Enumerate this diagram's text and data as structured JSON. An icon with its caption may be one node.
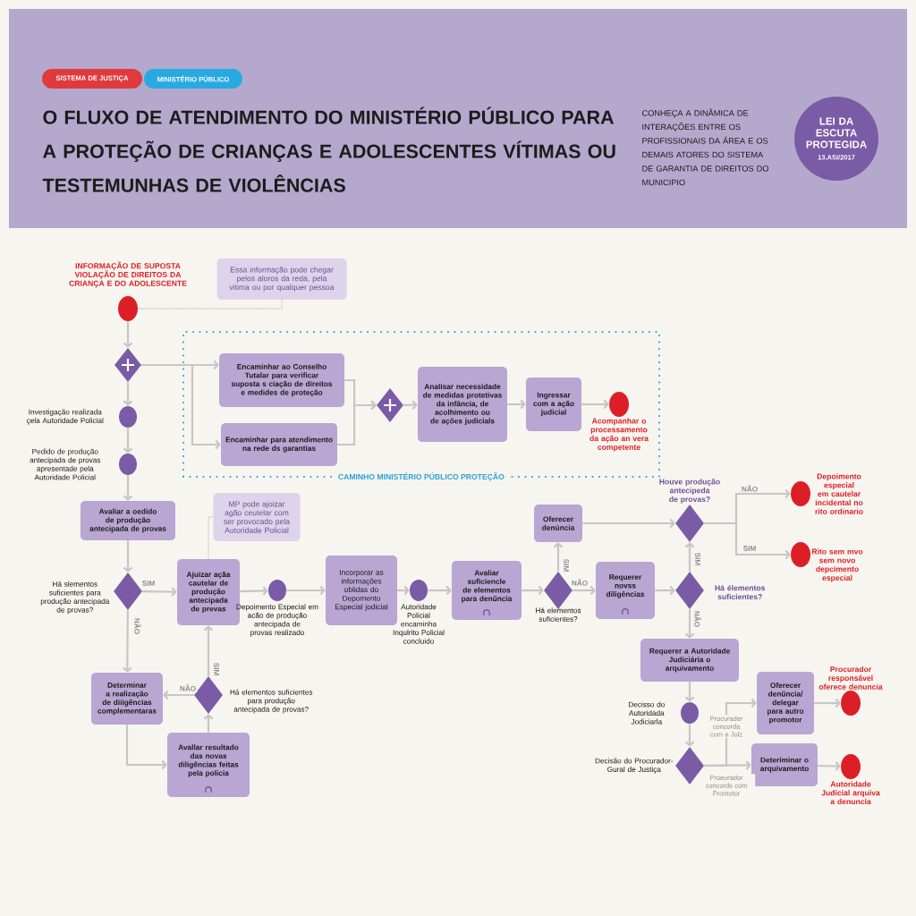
{
  "diagram": {
    "title": "O FLUXO DE ATENDIMENTO DO MINISTÉRIO PÚBLICO PARA A PROTEÇÃO DE CRIANÇAS E ADOLESCENTES VÍTIMAS OU TESTEMUNHAS DE VIOLÊNCIAS",
    "nodes": [
      {
        "text": [
          "SISTEMA DE JUSTIÇA"
        ]
      },
      {
        "text": [
          "MINISTÉRIO PÚBLICO"
        ]
      },
      {
        "text": [
          "LEI DA ESCUTA PROTEGIDA",
          "13.ASI/2017"
        ]
      },
      {
        "text": [],
        "shape": "circle",
        "beside": [
          "INFORMAÇÃO DE SUPOSTA VIOLAÇÃO DE DIREITOS DA CRIANÇA E DO ADOLESCENTE"
        ]
      },
      {
        "text": [
          "Essa informação pode chegar pelos aloros da reda, pela vitima ou por qualquer pessoa"
        ]
      },
      {
        "text": [],
        "shape": "diamond"
      },
      {
        "text": [
          "CAMINHO MINISTÉRIO PÚBLICO PROTEÇÃO"
        ]
      },
      {
        "text": [
          "Encaminhar ao Conselho Tutalar para verificar suposta s ciação de direitos e medides de proteção"
        ],
        "in": 6
      },
      {
        "text": [
          "Encaminhar para atendimento na rede ds garantias"
        ],
        "in": 6
      },
      {
        "text": [],
        "shape": "diamond",
        "in": 6
      },
      {
        "text": [
          "Analisar necessidade de medidas protetivas da infância, de acolhimento ou de ações judicials"
        ],
        "in": 6
      },
      {
        "text": [
          "Ingressar com a ação judicial"
        ],
        "in": 6
      },
      {
        "text": [],
        "shape": "circle",
        "in": 6,
        "beside": [
          "Acompanhar o processamento da ação an vera competente"
        ]
      },
      {
        "text": [],
        "shape": "circle",
        "beside": [
          "Investigação realizada çela Autoridade Policial"
        ]
      },
      {
        "text": [],
        "shape": "circle",
        "beside": [
          "Pedido de produção antecipada de provas apresentade pela Autoridade Policial"
        ]
      },
      {
        "text": [
          "Avaliar a oedido de produção antecipada de provas"
        ]
      },
      {
        "text": [],
        "shape": "diamond",
        "beside": [
          "Há slementos suficientes para produção antecipada de provas?"
        ]
      },
      {
        "text": [
          "MP pode ajoizar agão ceutelar com ser provocado pela Autoridade Policial"
        ]
      },
      {
        "text": [
          "Ajuizar açãa cautelar de produção antecipada de prevas"
        ]
      },
      {
        "text": [],
        "shape": "circle",
        "beside": [
          "Depoimento Especial em acão de produção antecipada de provas realizado"
        ]
      },
      {
        "text": [
          "Incorporar as informações oblidas do Depomento Especial jodicial"
        ]
      },
      {
        "text": [],
        "shape": "circle",
        "beside": [
          "Autoridade Policial encaminha Inqulrito Policial concluido"
        ]
      },
      {
        "text": [
          "Avaliar suficiencle de elementos para denũncia"
        ]
      },
      {
        "text": [],
        "shape": "diamond",
        "beside": [
          "Há elementos suficientes?"
        ]
      },
      {
        "text": [
          "Oferecer denúncia"
        ]
      },
      {
        "text": [
          "Requerer novss diligências"
        ]
      },
      {
        "text": [],
        "shape": "diamond",
        "beside": [
          "Há élementos suficientes?"
        ]
      },
      {
        "text": [],
        "shape": "diamond",
        "beside": [
          "Houve produção antecipeda de provas?"
        ]
      },
      {
        "text": [],
        "shape": "circle",
        "beside": [
          "Depoimento especial em cautelar incidental no rito ordinario"
        ]
      },
      {
        "text": [],
        "shape": "circle",
        "beside": [
          "Rito sem mvo sem novo depcimento especial"
        ]
      },
      {
        "text": [
          "Determinar a realização de diiigências complementaras"
        ]
      },
      {
        "text": [],
        "shape": "diamond",
        "beside": [
          "Há elementos suficientes para produção antecipada de provas?"
        ]
      },
      {
        "text": [
          "Avallar resultado das novas diligências feitas pela policia"
        ]
      },
      {
        "text": [
          "Requerer a Autoridade Judiciária o arquivamento"
        ]
      },
      {
        "text": [],
        "shape": "circle",
        "beside": [
          "Decisso do Autoridada Jodiciarla"
        ]
      },
      {
        "text": [],
        "shape": "diamond",
        "beside": [
          "Decisão do Procurador-Gural de Justiça"
        ]
      },
      {
        "text": [
          "Oferecer denũncia/ delegar para autro promotor"
        ]
      },
      {
        "text": [
          "Deteriminar o arquivamento"
        ]
      },
      {
        "text": [],
        "shape": "circle",
        "beside": [
          "Procurador responsável oferece denuncia"
        ]
      },
      {
        "text": [],
        "shape": "circle",
        "beside": [
          "Autoridade Judicial arquiva a denuncia"
        ]
      }
    ],
    "edges": [
      {
        "from": 3,
        "to": 5,
        "arrow": "to"
      },
      {
        "from": 4,
        "to": 3,
        "arrow": "none",
        "style": "dashed"
      },
      {
        "from": 5,
        "to": 7,
        "arrow": "to"
      },
      {
        "from": 5,
        "to": 8,
        "arrow": "to"
      },
      {
        "from": 7,
        "to": 9,
        "arrow": "to"
      },
      {
        "from": 8,
        "to": 9,
        "arrow": "to"
      },
      {
        "from": 9,
        "to": 10,
        "arrow": "to"
      },
      {
        "from": 10,
        "to": 11,
        "arrow": "to"
      },
      {
        "from": 11,
        "to": 12,
        "arrow": "to"
      },
      {
        "from": 5,
        "to": 13,
        "arrow": "to"
      },
      {
        "from": 13,
        "to": 14,
        "arrow": "to"
      },
      {
        "from": 14,
        "to": 15,
        "arrow": "to"
      },
      {
        "from": 15,
        "to": 16,
        "arrow": "to"
      },
      {
        "from": 16,
        "to": 18,
        "arrow": "to",
        "label": "SIM"
      },
      {
        "from": 16,
        "to": 30,
        "arrow": "to",
        "label": "NÃO"
      },
      {
        "from": 30,
        "to": 32,
        "arrow": "to"
      },
      {
        "from": 32,
        "to": 31,
        "arrow": "to"
      },
      {
        "from": 31,
        "to": 18,
        "arrow": "to",
        "label": "SIM"
      },
      {
        "from": 31,
        "to": 30,
        "arrow": "to",
        "label": "NÃO"
      },
      {
        "from": 18,
        "to": 19,
        "arrow": "to"
      },
      {
        "from": 19,
        "to": 20,
        "arrow": "to"
      },
      {
        "from": 20,
        "to": 21,
        "arrow": "to"
      },
      {
        "from": 21,
        "to": 22,
        "arrow": "to"
      },
      {
        "from": 22,
        "to": 23,
        "arrow": "to"
      },
      {
        "from": 23,
        "to": 24,
        "arrow": "to",
        "label": "SIM"
      },
      {
        "from": 23,
        "to": 25,
        "arrow": "to",
        "label": "NÃO"
      },
      {
        "from": 25,
        "to": 26,
        "arrow": "to"
      },
      {
        "from": 26,
        "to": 27,
        "arrow": "to",
        "label": "SIM"
      },
      {
        "from": 26,
        "to": 33,
        "arrow": "to",
        "label": "NÃO"
      },
      {
        "from": 24,
        "to": 27,
        "arrow": "to"
      },
      {
        "from": 27,
        "to": 28,
        "arrow": "to",
        "label": "NÃO"
      },
      {
        "from": 27,
        "to": 29,
        "arrow": "to",
        "label": "SIM"
      },
      {
        "from": 33,
        "to": 34,
        "arrow": "to"
      },
      {
        "from": 34,
        "to": 35,
        "arrow": "to"
      },
      {
        "from": 35,
        "to": 36,
        "arrow": "to",
        "label": "Procurader concorda com e Julz"
      },
      {
        "from": 35,
        "to": 37,
        "arrow": "to",
        "label": "Proeurador concords com Promotor"
      },
      {
        "from": 36,
        "to": 38,
        "arrow": "to"
      },
      {
        "from": 37,
        "to": 39,
        "arrow": "to"
      },
      {
        "from": 17,
        "to": 18,
        "arrow": "none",
        "style": "dashed"
      }
    ],
    "labels": [
      "CONHEÇA A DINÂMICA DE INTERAÇÕES ENTRE OS PROFISSIONAIS DA ÁREA E OS DEMAIS ATORES DO SISTEMA DE GARANTIA DE DIREITOS DO MUNICIPIO"
    ]
  }
}
